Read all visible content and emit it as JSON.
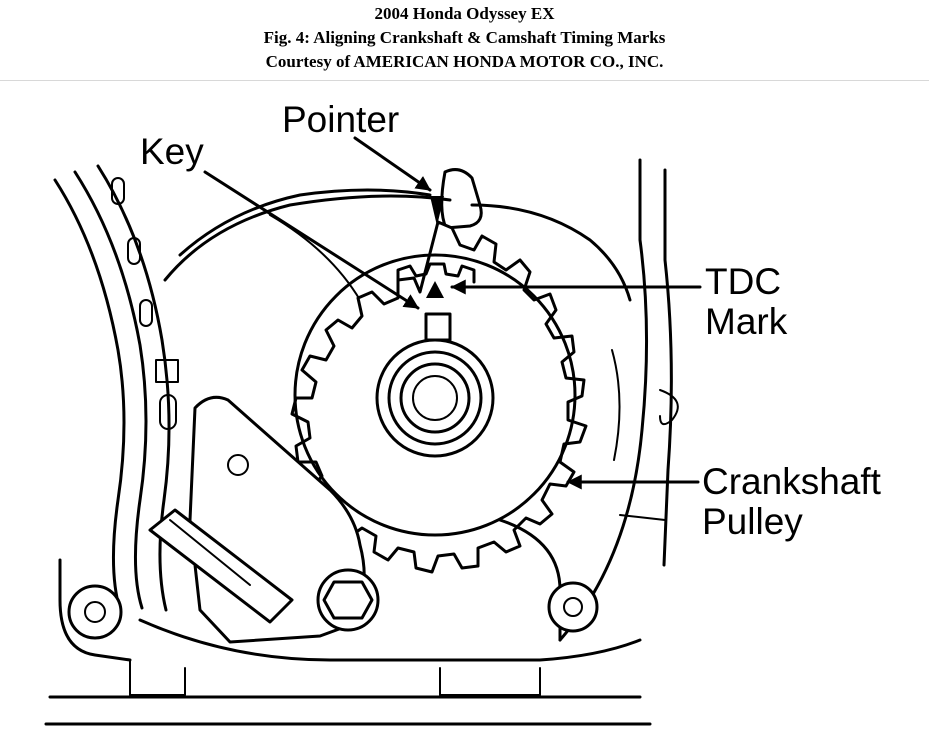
{
  "header": {
    "title": "2004 Honda Odyssey EX",
    "figure_caption": "Fig. 4: Aligning Crankshaft & Camshaft Timing Marks",
    "courtesy": "Courtesy of AMERICAN HONDA MOTOR CO., INC."
  },
  "callouts": {
    "pointer": "Pointer",
    "key": "Key",
    "tdc_line1": "TDC",
    "tdc_line2": "Mark",
    "crankshaft_line1": "Crankshaft",
    "crankshaft_line2": "Pulley"
  }
}
